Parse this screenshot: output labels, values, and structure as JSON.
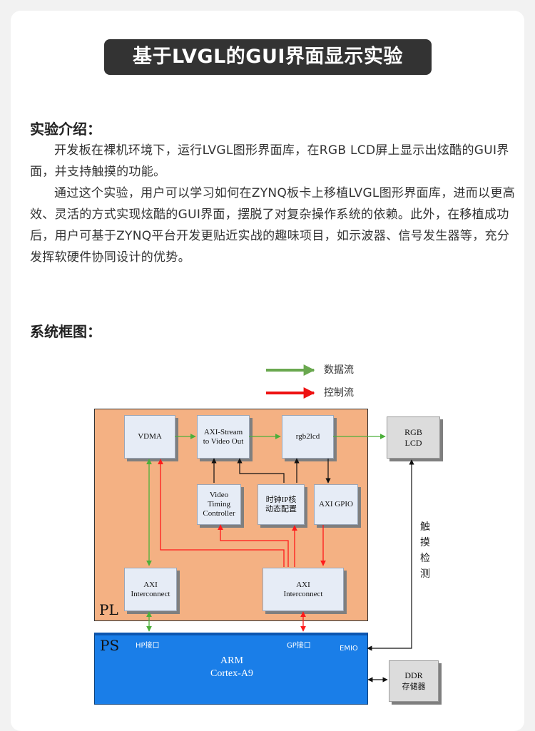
{
  "title": "基于LVGL的GUI界面显示实验",
  "intro": {
    "heading": "实验介绍：",
    "p1": "开发板在裸机环境下，运行LVGL图形界面库，在RGB LCD屏上显示出炫酷的GUI界面，并支持触摸的功能。",
    "p2": "通过这个实验，用户可以学习如何在ZYNQ板卡上移植LVGL图形界面库，进而以更高效、灵活的方式实现炫酷的GUI界面，摆脱了对复杂操作系统的依赖。此外，在移植成功后，用户可基于ZYNQ平台开发更贴近实战的趣味项目，如示波器、信号发生器等，充分发挥软硬件协同设计的优势。"
  },
  "diagram": {
    "heading": "系统框图：",
    "legend": {
      "data_flow": "数据流",
      "control_flow": "控制流"
    },
    "colors": {
      "data": "#4caf3a",
      "control": "#ff1a1a",
      "pl_fill": "#f4b183",
      "ps_fill": "#1a7ee8"
    },
    "pl_label": "PL",
    "ps_label": "PS",
    "blocks": {
      "vdma": "VDMA",
      "axis2video": "AXI-Stream\nto Video Out",
      "rgb2lcd": "rgb2lcd",
      "vtc": "Video\nTiming\nController",
      "clk": "时钟IP核\n动态配置",
      "gpio": "AXI GPIO",
      "axi_ic_left": "AXI\nInterconnect",
      "axi_ic_right": "AXI\nInterconnect"
    },
    "external": {
      "lcd": "RGB\nLCD",
      "ddr_line1": "DDR",
      "ddr_line2": "存储器"
    },
    "ps": {
      "arm_line1": "ARM",
      "arm_line2": "Cortex-A9",
      "hp": "HP接口",
      "gp": "GP接口",
      "emio": "EMIO"
    },
    "touch_label": [
      "触",
      "摸",
      "检",
      "测"
    ]
  }
}
